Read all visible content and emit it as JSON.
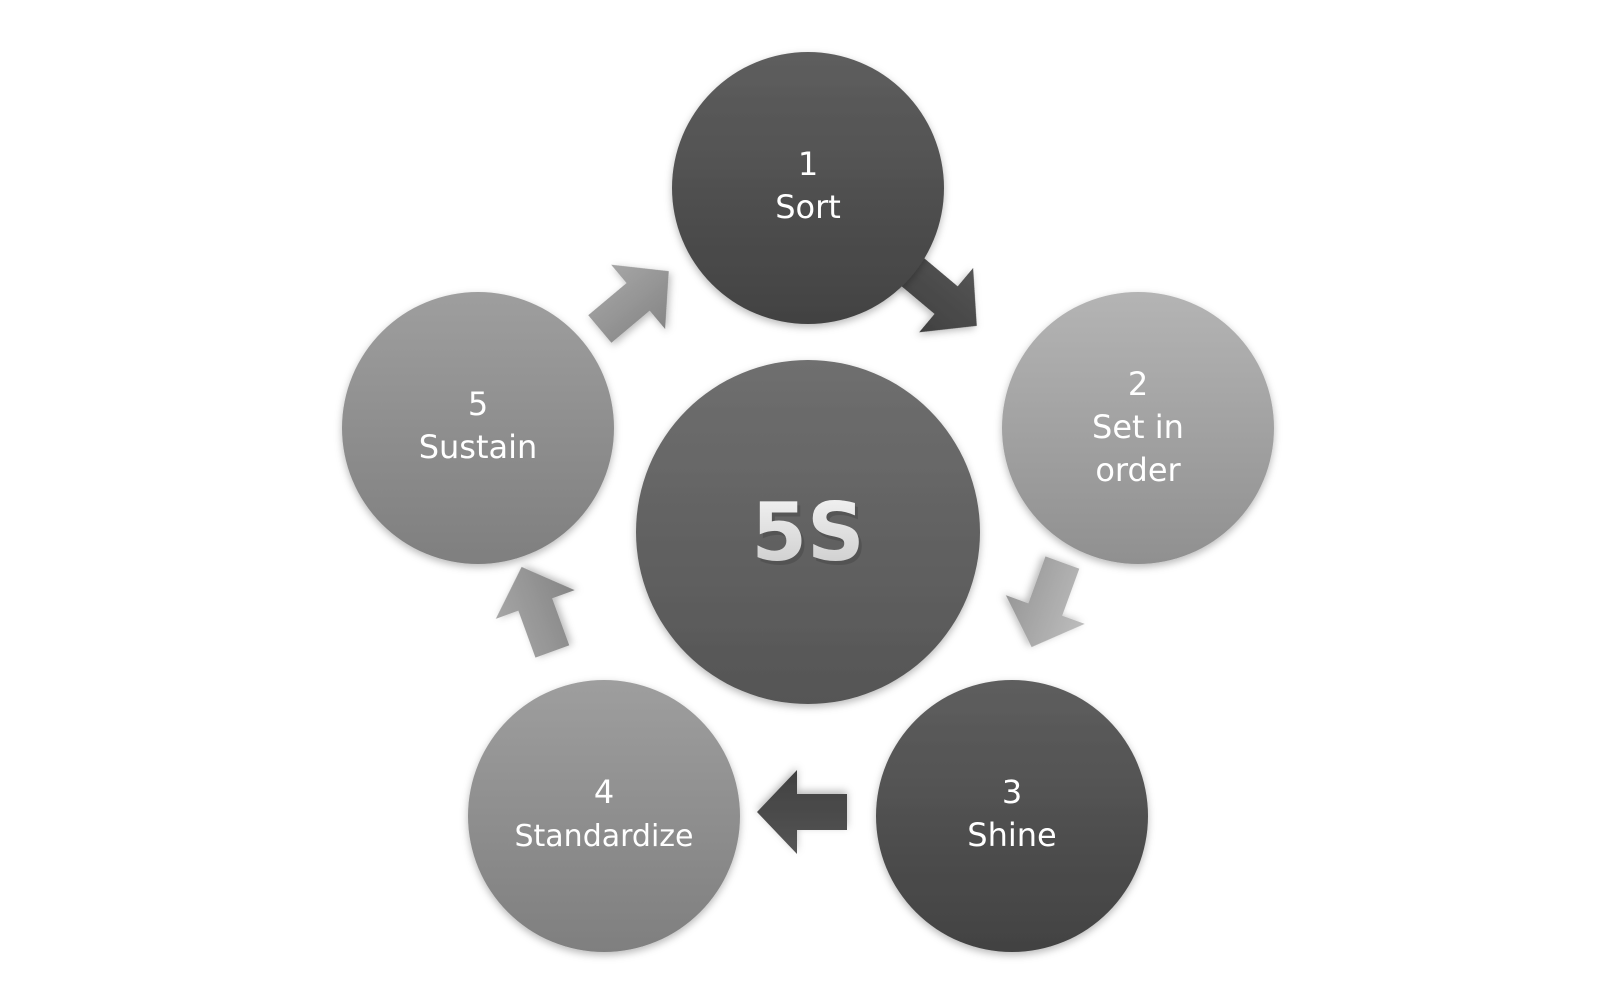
{
  "diagram": {
    "center": {
      "label": "5S"
    },
    "steps": [
      {
        "number": "1",
        "lines": [
          "Sort"
        ]
      },
      {
        "number": "2",
        "lines": [
          "Set in",
          "order"
        ]
      },
      {
        "number": "3",
        "lines": [
          "Shine"
        ]
      },
      {
        "number": "4",
        "lines": [
          "Standardize"
        ]
      },
      {
        "number": "5",
        "lines": [
          "Sustain"
        ]
      }
    ]
  }
}
